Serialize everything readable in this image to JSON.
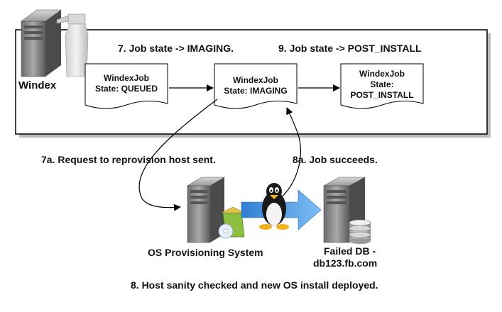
{
  "windex": {
    "label": "Windex"
  },
  "steps": {
    "step7": "7. Job state -> IMAGING.",
    "step9": "9. Job state -> POST_INSTALL",
    "step7a": "7a. Request to reprovision host sent.",
    "step8a": "8a. Job succeeds.",
    "step8": "8. Host sanity checked and new OS install deployed."
  },
  "jobs": [
    {
      "title": "WindexJob",
      "state": "State: QUEUED"
    },
    {
      "title": "WindexJob",
      "state": "State: IMAGING"
    },
    {
      "title": "WindexJob",
      "state_line1": "State:",
      "state_line2": "POST_INSTALL"
    }
  ],
  "systems": {
    "os_provisioning": "OS Provisioning System",
    "failed_db_line1": "Failed DB -",
    "failed_db_line2": "db123.fb.com"
  },
  "icons": [
    "server-icon",
    "spray-bottle-icon",
    "linux-penguin-icon",
    "install-package-icon",
    "database-icon",
    "right-arrow-icon"
  ]
}
